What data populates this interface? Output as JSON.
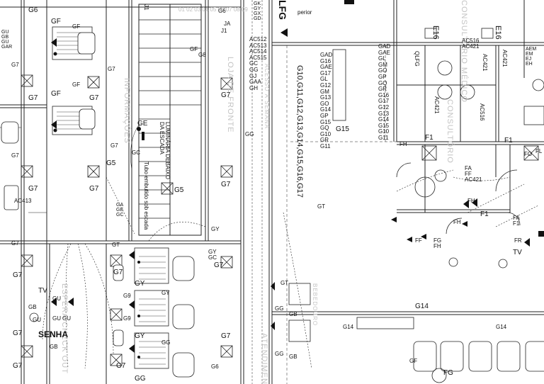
{
  "labels": {
    "G6_top": "G6",
    "GF_1": "GF",
    "GF_2": "GF",
    "GF_3": "GF",
    "GF_4": "GF",
    "gu_block": [
      "GU",
      "GB",
      "GU",
      "GAR"
    ],
    "G7_a": "G7",
    "G7_b": "G7",
    "G7_c": "G7",
    "G7_d": "G7",
    "G7_e": "G7",
    "G7_f": "G7",
    "G7_g": "G7",
    "G7_h": "G7",
    "G7_i": "G7",
    "G7_j": "G7",
    "G7_k": "G7",
    "G7_l": "G7",
    "G7_m": "G7",
    "G7_n": "G7",
    "G7_o": "G7",
    "G7_p": "G7",
    "AC413": "AC413",
    "G5_1": "G5",
    "G5_2": "G5",
    "GC_1": "GC",
    "GE_1": "GE",
    "GA_block": [
      "GA",
      "GE",
      "GC"
    ],
    "G6_mid": "G6",
    "G6_right": "G6",
    "J1_top": "J1",
    "J1_side": "J1",
    "JA": "JA",
    "GF_side": "GF",
    "G8_side": "G8",
    "GY_1": "GY",
    "GY_2": "GY",
    "GY_3": "GY",
    "GY_4": "GY",
    "GY_5": "GY",
    "GC_2": "GC",
    "GT_1": "GT",
    "GT_2": "GT",
    "GT_3": "GT",
    "G9_1": "G9",
    "G9_2": "G9",
    "GG_1": "GG",
    "GG_2": "GG",
    "GG_3": "GG",
    "GG_4": "GG",
    "GG_5": "GG",
    "GB_1": "GB",
    "GB_2": "GB",
    "GB_3": "GB",
    "GB_4": "GB",
    "TV_left": "TV",
    "TV_right": "TV",
    "GU_1": "GU",
    "GU_2": "GU",
    "GU_3": "GU",
    "GU_4": "GU",
    "SENHA": "SENHA",
    "G14_1": "G14",
    "G14_2": "G14",
    "G14_3": "G14",
    "GF_bottom": "GF",
    "top_gk": [
      "GK",
      "GY",
      "GX",
      "GD"
    ],
    "ac_block": [
      "AC512",
      "AC513",
      "AC514",
      "AC515",
      "GC",
      "GG",
      "GJ",
      "GAA",
      "GH"
    ],
    "LFG": "LFG",
    "perior": "perior",
    "circuit_list": "G10,G11,G12,G13,G14,G15,G16,G17",
    "gad_block": [
      "GAD",
      "G16",
      "GAE",
      "G17",
      "GL",
      "G12",
      "GM",
      "G13",
      "GO",
      "G14",
      "GP",
      "G15",
      "GQ",
      "G10",
      "GR",
      "G11"
    ],
    "G15": "G15",
    "gad_block_2": [
      "GAD",
      "GAE",
      "GL",
      "GM",
      "GO",
      "GP",
      "GQ",
      "GR",
      "G16",
      "G17",
      "G12",
      "G13",
      "G14",
      "G15",
      "G10",
      "G11"
    ],
    "QLFG": "QLFG",
    "E16_1": "E16",
    "E16_2": "E16",
    "AC516_1": "AC516",
    "AC421_1": "AC421",
    "AC421_2": "AC421",
    "AC421_3": "AC421",
    "AC516_2": "AC516",
    "AC421_4": "AC421",
    "F1_1": "F1",
    "F1_2": "F1",
    "F1_3": "F1",
    "F1_4": "F1",
    "FA_1": "FA",
    "FF_1": "FF",
    "FA_2": "FA",
    "FR": "FR",
    "FH_1": "FH",
    "FH_2": "FH",
    "FH_3": "FH",
    "FH_4": "FH",
    "FG_1": "FG",
    "FF_2": "FF",
    "FO": "FO",
    "FL": "FL",
    "FG_2": "FG",
    "EM_block": [
      "AEM",
      "EM",
      "EJ",
      "EH"
    ],
    "luminaria": [
      "LUMINÁRIA DEBAIXO",
      "DA ESCADA"
    ],
    "tubo": "Tubo embutido sob escada",
    "step_numbers": "01 02 03 04 05 06 07 08 09",
    "ghost_informacoes": "INFORMAÇÕES",
    "ghost_frontend": "LOJA DE FRONTE",
    "ghost_consultorio": "CONSULTÓRIO",
    "ghost_consultorio_2": "CONSULTÓRIO MÉDICO",
    "ghost_bebedouro": "BEBEDOURO",
    "ghost_acesso": "ESPERA CHECK OUT",
    "ghost_left_corridor": "ACESSO À SEMANA",
    "ghost_bottom": "ATENDIMENTO"
  }
}
